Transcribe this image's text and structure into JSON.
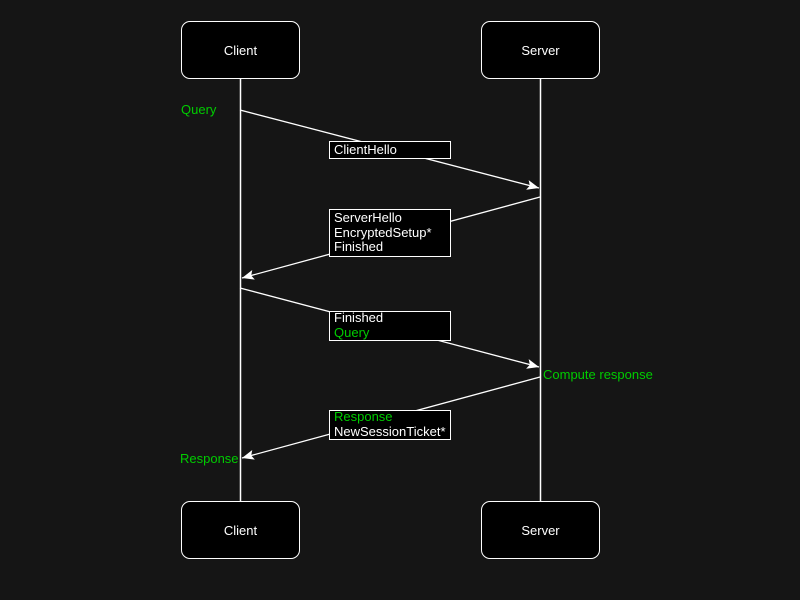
{
  "colors": {
    "background": "#151515",
    "box_fill": "#000000",
    "stroke": "#ffffff",
    "white": "#ffffff",
    "green": "#00cc00"
  },
  "actors": {
    "client": "Client",
    "server": "Server"
  },
  "annotations": {
    "query": "Query",
    "compute_response": "Compute response",
    "response": "Response"
  },
  "messages": [
    {
      "from": "Client",
      "to": "Server",
      "lines": [
        {
          "text": "ClientHello",
          "color": "white"
        }
      ]
    },
    {
      "from": "Server",
      "to": "Client",
      "lines": [
        {
          "text": "ServerHello",
          "color": "white"
        },
        {
          "text": "EncryptedSetup*",
          "color": "white"
        },
        {
          "text": "Finished",
          "color": "white"
        }
      ]
    },
    {
      "from": "Client",
      "to": "Server",
      "lines": [
        {
          "text": "Finished",
          "color": "white"
        },
        {
          "text": "Query",
          "color": "green"
        }
      ]
    },
    {
      "from": "Server",
      "to": "Client",
      "lines": [
        {
          "text": "Response",
          "color": "green"
        },
        {
          "text": "NewSessionTicket*",
          "color": "white"
        }
      ]
    }
  ]
}
